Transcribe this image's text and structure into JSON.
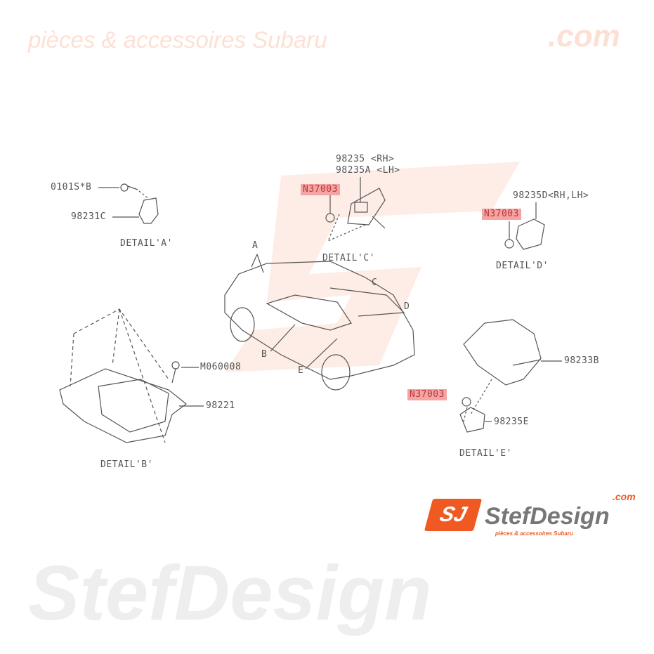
{
  "watermark": {
    "brand": "StefDesign",
    "domain": ".com",
    "tagline": "pièces & accessoires Subaru"
  },
  "logo": {
    "mark": "SJ",
    "brand": "StefDesign",
    "domain": ".com",
    "tagline": "pièces & accessoires Subaru"
  },
  "details": {
    "a": {
      "title": "DETAIL'A'",
      "parts": [
        "0101S*B",
        "98231C"
      ]
    },
    "b": {
      "title": "DETAIL'B'",
      "parts": [
        "M060008",
        "98221"
      ]
    },
    "c": {
      "title": "DETAIL'C'",
      "parts": [
        "98235 <RH>",
        "98235A <LH>"
      ],
      "highlight": "N37003"
    },
    "d": {
      "title": "DETAIL'D'",
      "parts": [
        "98235D<RH,LH>"
      ],
      "highlight": "N37003"
    },
    "e": {
      "title": "DETAIL'E'",
      "parts": [
        "98233B",
        "98235E"
      ],
      "highlight": "N37003"
    }
  },
  "car_markers": [
    "A",
    "B",
    "C",
    "D",
    "E"
  ],
  "colors": {
    "highlight_bg": "#f5a3a3",
    "logo_orange": "#f05a22",
    "line": "#555555"
  }
}
